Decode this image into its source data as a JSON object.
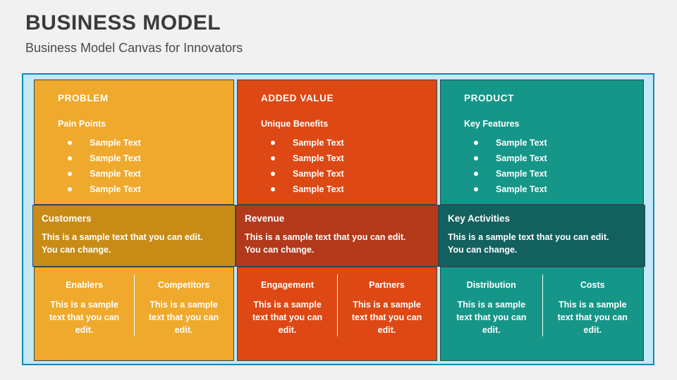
{
  "header": {
    "title": "BUSINESS MODEL",
    "subtitle": "Business Model Canvas for Innovators"
  },
  "theme": {
    "frame_border": "#1089b8",
    "frame_fill": "#c3e8f7",
    "background": "#f1f1f1",
    "title_color": "#3b3b3b",
    "amber": "#efa92c",
    "amber_dark": "#c88c16",
    "red": "#dd4814",
    "red_dark": "#b3391b",
    "teal": "#169688",
    "teal_dark": "#12615f",
    "cell_text": "#ffffff"
  },
  "columns": [
    {
      "top": {
        "title": "PROBLEM",
        "subtitle": "Pain Points",
        "bullets": [
          "Sample Text",
          "Sample Text",
          "Sample Text",
          "Sample Text"
        ]
      },
      "middle": {
        "title": "Customers",
        "body": "This is a sample text that you can edit. You can change."
      },
      "bottom": [
        {
          "title": "Enablers",
          "body": "This is a sample text that you can edit."
        },
        {
          "title": "Competitors",
          "body": "This is a sample text that you can edit."
        }
      ]
    },
    {
      "top": {
        "title": "ADDED VALUE",
        "subtitle": "Unique Benefits",
        "bullets": [
          "Sample Text",
          "Sample Text",
          "Sample Text",
          "Sample Text"
        ]
      },
      "middle": {
        "title": "Revenue",
        "body": "This is a sample text that you can edit. You can change."
      },
      "bottom": [
        {
          "title": "Engagement",
          "body": "This is a sample text that you can edit."
        },
        {
          "title": "Partners",
          "body": "This is a sample text that you can edit."
        }
      ]
    },
    {
      "top": {
        "title": "PRODUCT",
        "subtitle": "Key Features",
        "bullets": [
          "Sample Text",
          "Sample Text",
          "Sample Text",
          "Sample Text"
        ]
      },
      "middle": {
        "title": "Key Activities",
        "body": "This is a sample text that you can edit. You can change."
      },
      "bottom": [
        {
          "title": "Distribution",
          "body": "This is a sample text that you can edit."
        },
        {
          "title": "Costs",
          "body": "This is a sample text that you can edit."
        }
      ]
    }
  ]
}
